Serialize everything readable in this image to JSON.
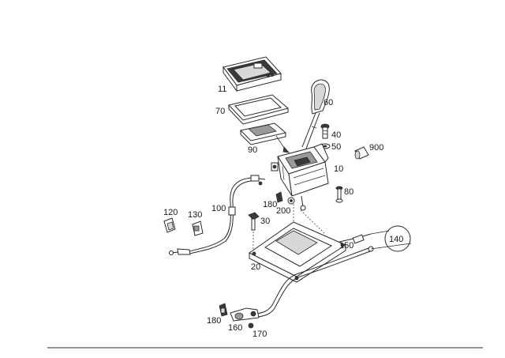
{
  "diagram": {
    "labels": {
      "p11": "11",
      "p60": "60",
      "p70": "70",
      "p90": "90",
      "p40": "40",
      "p50": "50",
      "p900": "900",
      "p10": "10",
      "p80": "80",
      "p180a": "180",
      "p200": "200",
      "p100": "100",
      "p120": "120",
      "p130": "130",
      "p30": "30",
      "p140": "140",
      "p150": "150",
      "p20": "20",
      "p180b": "180",
      "p160": "160",
      "p170": "170"
    }
  }
}
